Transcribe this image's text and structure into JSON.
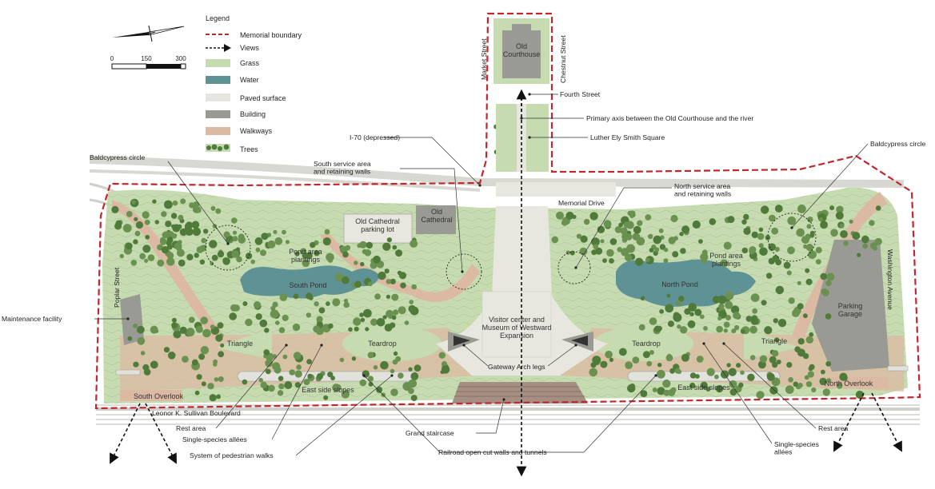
{
  "legend": {
    "title": "Legend",
    "items": [
      {
        "key": "boundary",
        "label": "Memorial boundary",
        "color": "#c0272d"
      },
      {
        "key": "views",
        "label": "Views",
        "color": "#111111"
      },
      {
        "key": "grass",
        "label": "Grass",
        "color": "#c6dcb0"
      },
      {
        "key": "water",
        "label": "Water",
        "color": "#5f9294"
      },
      {
        "key": "paved",
        "label": "Paved surface",
        "color": "#e7e6df"
      },
      {
        "key": "building",
        "label": "Building",
        "color": "#9a9a94"
      },
      {
        "key": "walkways",
        "label": "Walkways",
        "color": "#dcb9a2"
      },
      {
        "key": "trees",
        "label": "Trees",
        "color": "#4f7a3a"
      }
    ]
  },
  "scale": {
    "ticks": [
      "0",
      "150",
      "300"
    ]
  },
  "streets": {
    "market": "Market Street",
    "chestnut": "Chestnut Street",
    "fourth": "Fourth Street",
    "memorial_drive": "Memorial Drive",
    "poplar": "Poplar Street",
    "washington": "Washington Avenue",
    "sullivan": "Leonor K. Sullivan Boulevard"
  },
  "features": {
    "old_courthouse": "Old\nCourthouse",
    "old_cathedral": "Old\nCathedral",
    "old_cathedral_lot": "Old Cathedral\nparking lot",
    "south_pond": "South Pond",
    "north_pond": "North Pond",
    "pond_plantings_s": "Pond area\nplantings",
    "pond_plantings_n": "Pond area\nplantings",
    "visitor_center": "Visitor center and\nMuseum of Westward\nExpansion",
    "triangle_s": "Triangle",
    "triangle_n": "Triangle",
    "teardrop_s": "Teardrop",
    "teardrop_n": "Teardrop",
    "east_slopes_s": "East side slopes",
    "east_slopes_n": "East side slopes",
    "south_overlook": "South Overlook",
    "north_overlook": "North Overlook",
    "parking_garage": "Parking\nGarage"
  },
  "callouts": {
    "baldcypress_w": "Baldcypress circle",
    "baldcypress_e": "Baldcypress circle",
    "i70": "I-70 (depressed)",
    "south_service": "South service area\nand retaining walls",
    "north_service": "North service area\nand retaining walls",
    "primary_axis": "Primary axis between the Old Courthouse and the river",
    "luther_ely": "Luther Ely Smith Square",
    "maintenance": "Maintenance facility",
    "arch_legs": "Gateway Arch legs",
    "rest_area_s": "Rest area",
    "rest_area_n": "Rest area",
    "allees_s": "Single-species allées",
    "allees_n": "Single-species\nallées",
    "ped_walks": "System of pedestrian walks",
    "grand_staircase": "Grand staircase",
    "railroad": "Railroad open cut walls and tunnels"
  }
}
